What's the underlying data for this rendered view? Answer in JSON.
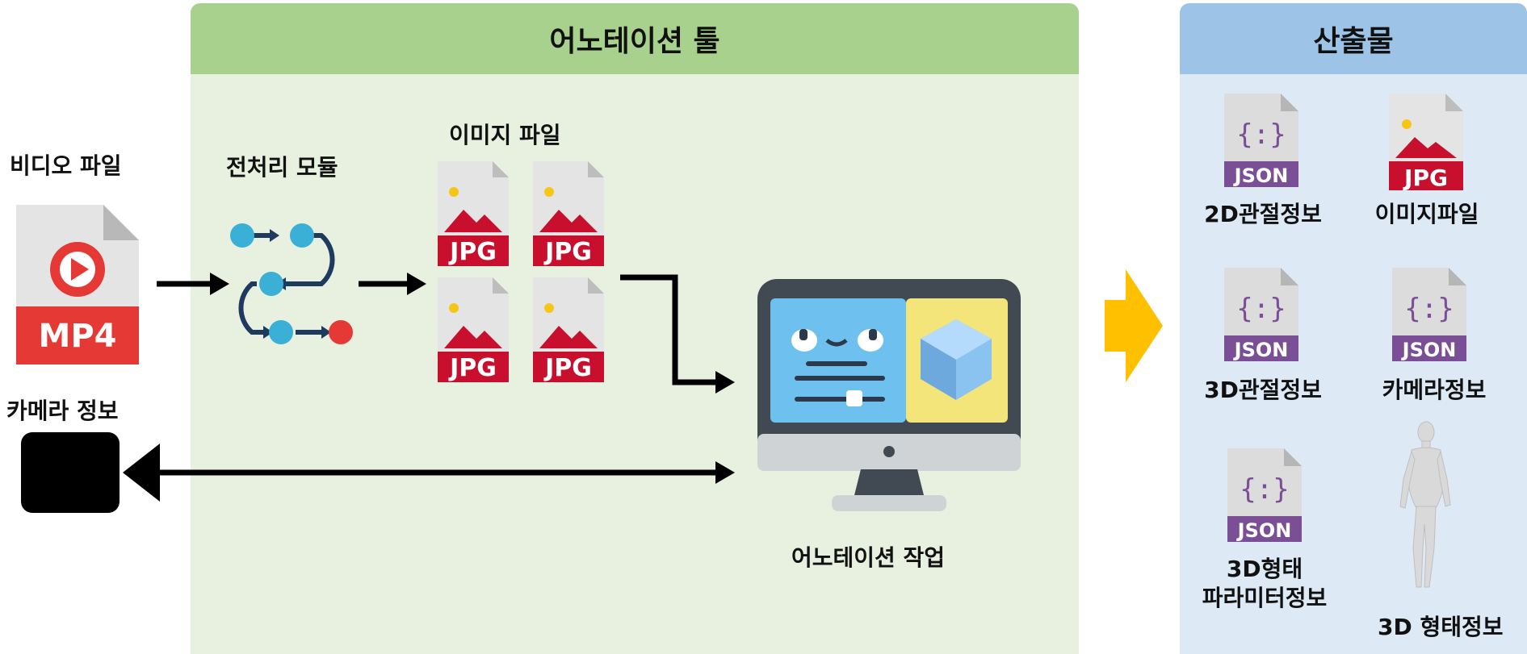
{
  "tool_panel": {
    "title": "어노테이션 툴"
  },
  "output_panel": {
    "title": "산출물"
  },
  "inputs": {
    "video_label": "비디오 파일",
    "video_badge": "MP4",
    "camera_label": "카메라 정보"
  },
  "preprocess": {
    "label": "전처리 모듈"
  },
  "images": {
    "label": "이미지 파일",
    "badge": "JPG"
  },
  "annotation": {
    "label": "어노테이션 작업"
  },
  "outputs": {
    "json_badge": "JSON",
    "jpg_badge": "JPG",
    "json_symbol": "{:}",
    "items": [
      {
        "label": "2D관절정보",
        "icon": "json-file-icon"
      },
      {
        "label": "이미지파일",
        "icon": "jpg-file-icon"
      },
      {
        "label": "3D관절정보",
        "icon": "json-file-icon"
      },
      {
        "label": "카메라정보",
        "icon": "json-file-icon"
      },
      {
        "label": "3D형태\n파라미터정보",
        "line1": "3D형태",
        "line2": "파라미터정보",
        "icon": "json-file-icon"
      },
      {
        "label": "3D 형태정보",
        "icon": "human-body-model-icon"
      }
    ]
  },
  "colors": {
    "tool_header": "#a8d18d",
    "tool_body": "#e8f0e0",
    "output_header": "#9dc3e6",
    "output_body": "#dde9f5",
    "jpg_red": "#c8102e",
    "arrow_orange": "#ffc000",
    "json_purple": "#7b4f96"
  }
}
